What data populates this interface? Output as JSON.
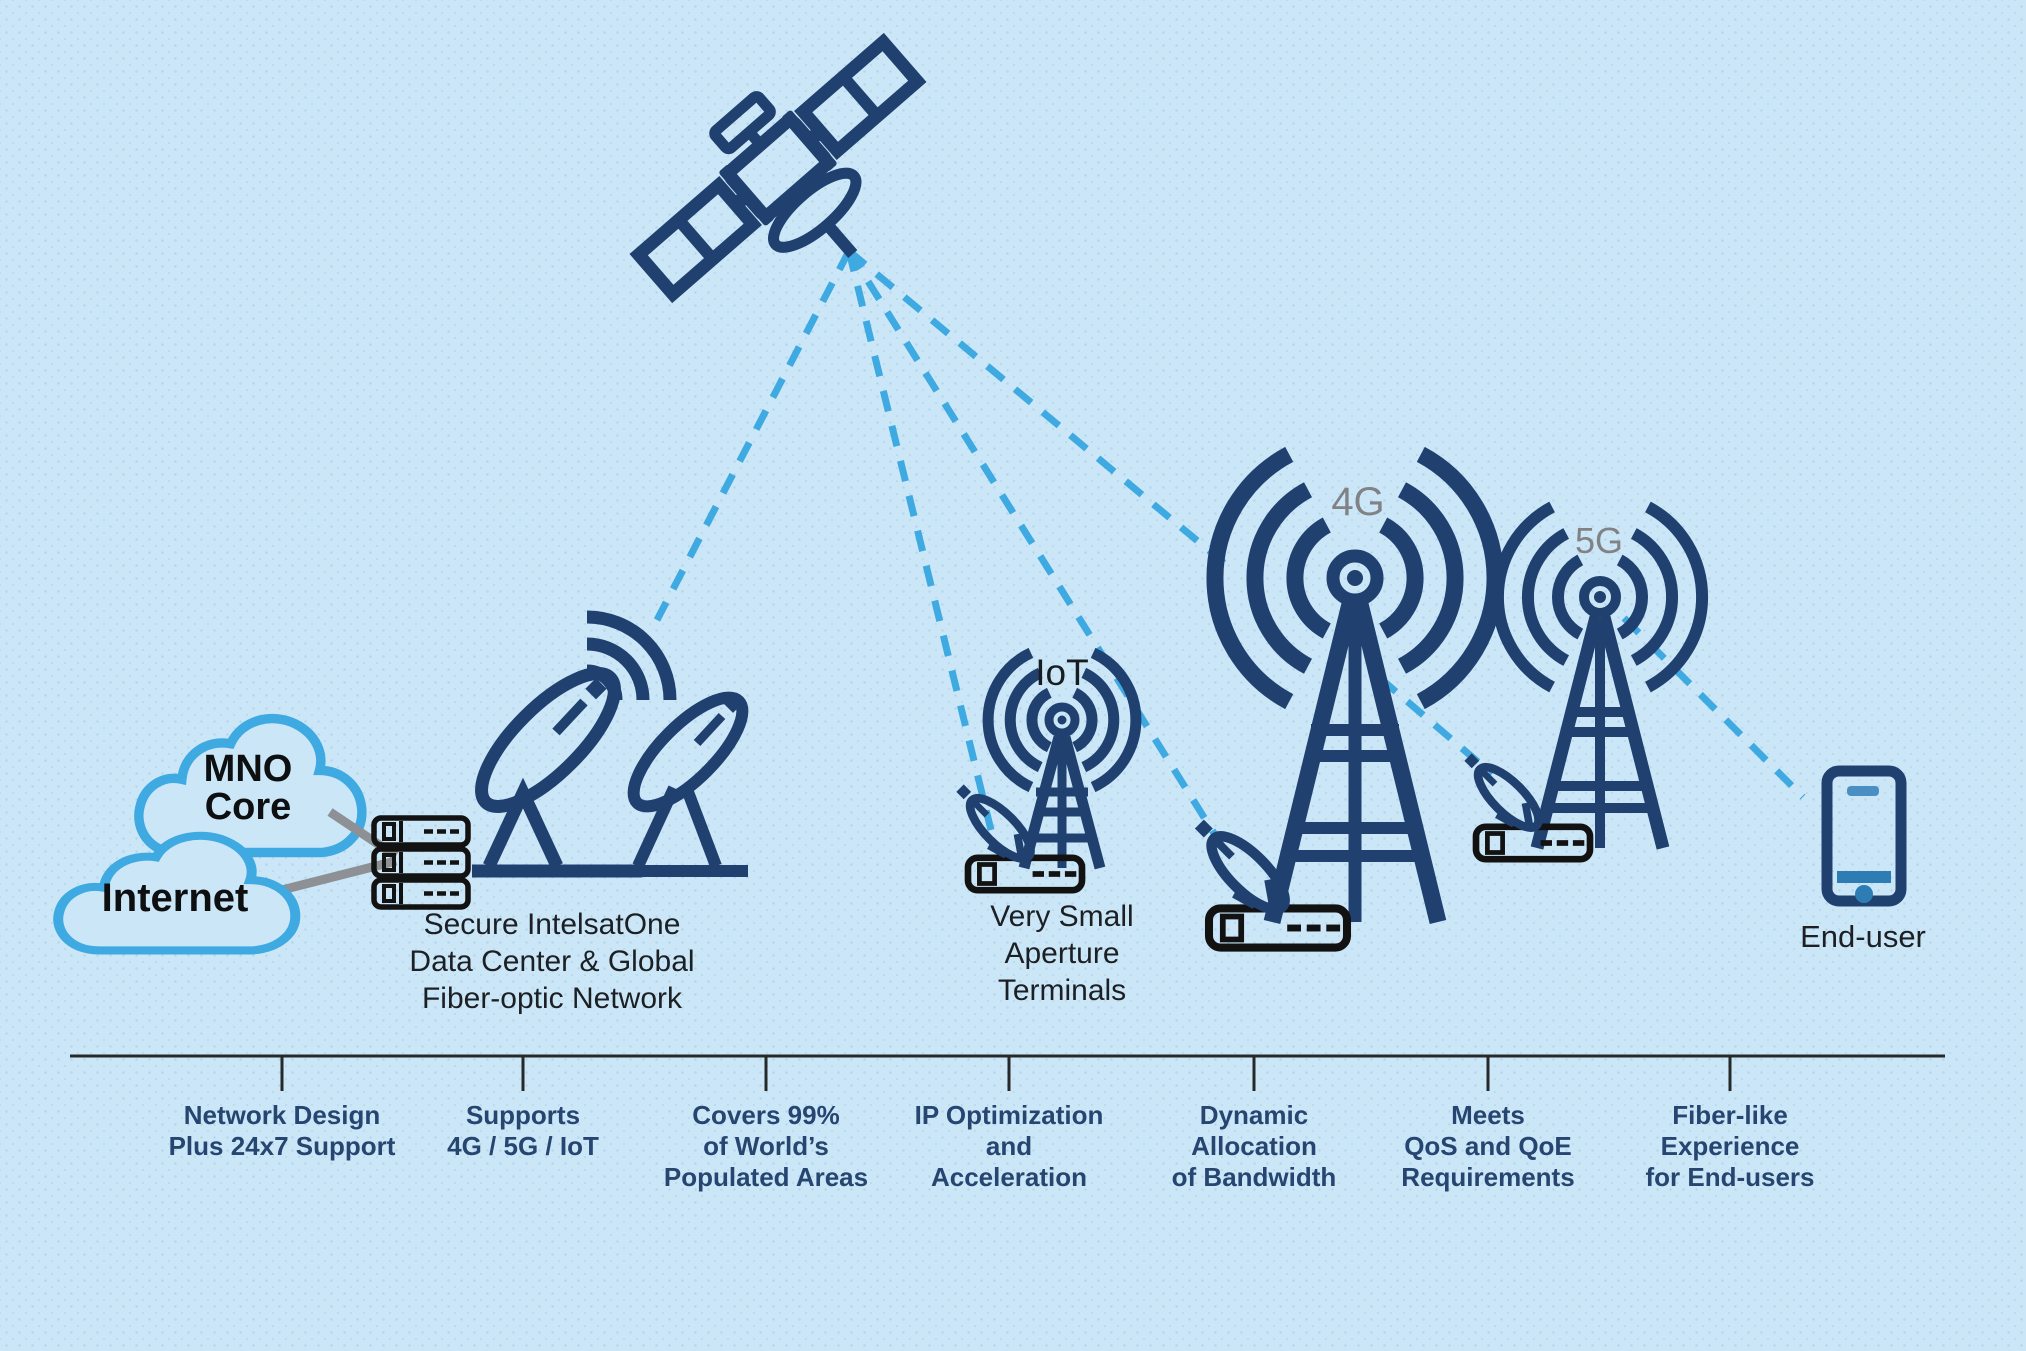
{
  "colors": {
    "background": "#cbe7f7",
    "navy": "#204070",
    "accent_blue": "#3fa9e1",
    "ink": "#121212",
    "gray_label": "#808285",
    "label_navy": "#264570",
    "caption_dark": "#1c1f24",
    "connector_gray": "#8d9095",
    "timeline": "#26282a",
    "phone_blue": "#2e7cb4",
    "phone_light_blue": "#4a8fc3"
  },
  "diagram": {
    "clouds": {
      "mno_core_label": "MNO\nCore",
      "internet_label": "Internet"
    },
    "ground_station": {
      "caption": "Secure IntelsatOne\nData Center & Global\nFiber-optic Network"
    },
    "iot": {
      "label": "IoT"
    },
    "vsat": {
      "caption": "Very Small\nAperture\nTerminals"
    },
    "towers": {
      "label_4g": "4G",
      "label_5g": "5G"
    },
    "end_user": {
      "caption": "End-user"
    }
  },
  "timeline": {
    "items": [
      {
        "label": "Network Design\nPlus 24x7 Support"
      },
      {
        "label": "Supports\n4G / 5G / IoT"
      },
      {
        "label": "Covers 99%\nof World’s\nPopulated Areas"
      },
      {
        "label": "IP Optimization\nand\nAcceleration"
      },
      {
        "label": "Dynamic\nAllocation\nof Bandwidth"
      },
      {
        "label": "Meets\nQoS and QoE\nRequirements"
      },
      {
        "label": "Fiber-like\nExperience\nfor End-users"
      }
    ]
  }
}
